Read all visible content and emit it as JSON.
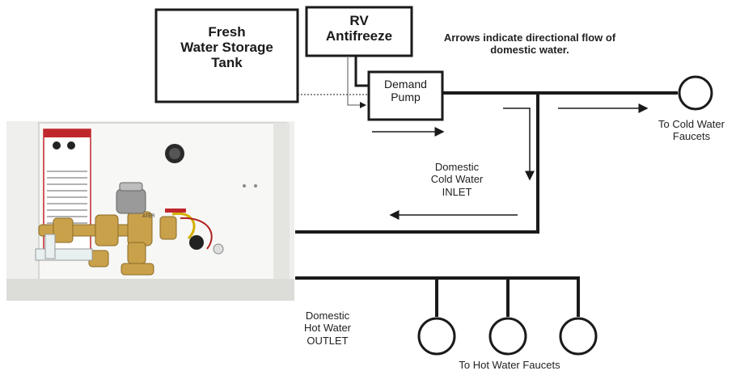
{
  "boxes": {
    "tank": [
      "Fresh",
      "Water Storage",
      "Tank"
    ],
    "antifreeze": [
      "RV",
      "Antifreeze"
    ],
    "pump": [
      "Demand",
      "Pump"
    ]
  },
  "note": [
    "Arrows indicate directional flow of",
    "domestic water."
  ],
  "cold_faucets_label": [
    "To Cold Water",
    "Faucets"
  ],
  "cold_inlet_label": [
    "Domestic",
    "Cold Water",
    "INLET"
  ],
  "hot_outlet_label": [
    "Domestic",
    "Hot Water",
    "OUTLET"
  ],
  "hot_faucets_label": "To Hot Water Faucets",
  "photo": {
    "label_text": "ATER",
    "warning_label_lines": 9
  },
  "colors": {
    "line": "#1a1a1a",
    "photo_bg": "#f2f2f0",
    "brass": "#c9a14a",
    "warning_red": "#c0272d"
  }
}
